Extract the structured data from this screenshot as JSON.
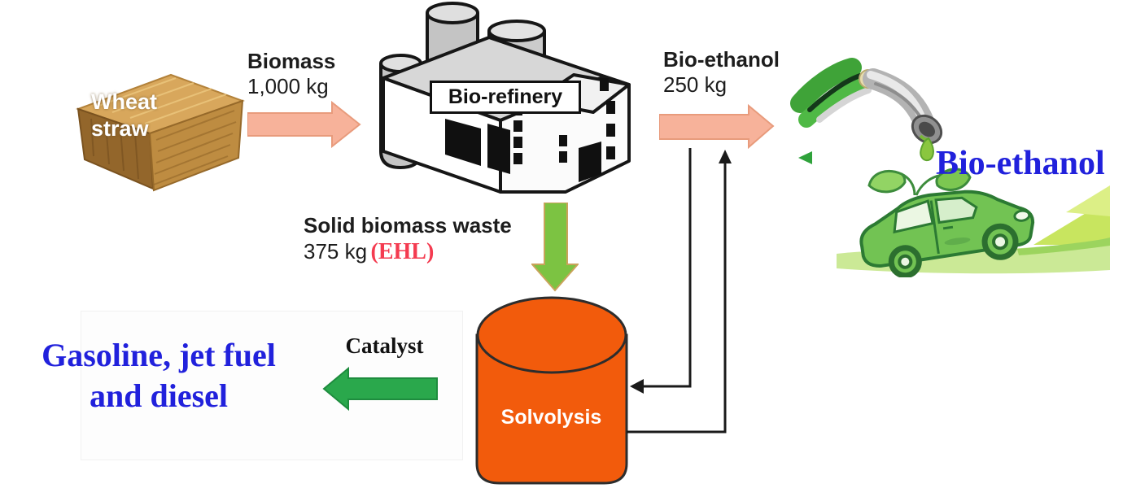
{
  "diagram": {
    "wheat_straw": {
      "line1": "Wheat",
      "line2": "straw"
    },
    "biomass": {
      "title": "Biomass",
      "amount": "1,000 kg"
    },
    "biorefinery": {
      "label": "Bio-refinery"
    },
    "bioethanol": {
      "title": "Bio-ethanol",
      "amount": "250 kg"
    },
    "solid_waste": {
      "title": "Solid biomass waste",
      "amount": "375 kg",
      "tag": "(EHL)"
    },
    "solvolysis": {
      "label": "Solvolysis"
    },
    "catalyst": {
      "label": "Catalyst"
    },
    "products": {
      "line1": "Gasoline, jet fuel",
      "line2": "and diesel"
    },
    "bioethanol_product": {
      "label": "Bio-ethanol"
    }
  },
  "icons": {
    "hay_bale": "hay-bale-image",
    "factory": "bio-refinery-building-icon",
    "fuel_nozzle": "fuel-pump-nozzle-icon",
    "eco_car": "green-eco-car-icon",
    "flow_arrows": "flow-arrow-icons",
    "recycle_lines": "recycle-line-arrows"
  },
  "colors": {
    "arrow_pink": "#F7B29A",
    "arrow_pink_edge": "#E89B7C",
    "arrow_green_light": "#7CC342",
    "arrow_green_light_edge": "#C9A35B",
    "arrow_green_dark": "#2AA84C",
    "arrow_green_dark_edge": "#1E8C3E",
    "cylinder_orange": "#F25B0C",
    "text_blue": "#2121DC",
    "text_red": "#F43B50",
    "line_black": "#1A1A1A"
  }
}
